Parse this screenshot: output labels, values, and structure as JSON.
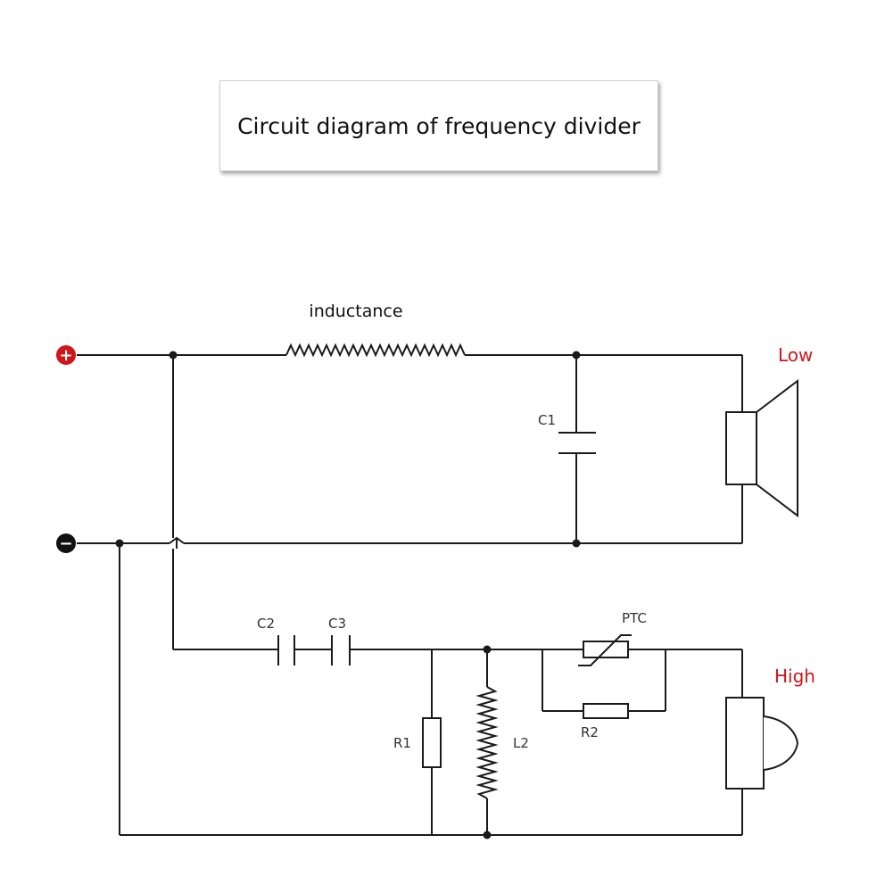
{
  "title": "Circuit diagram of frequency divider",
  "terminals": {
    "positive": "+",
    "negative": "−"
  },
  "labels": {
    "inductance": "inductance",
    "c1": "C1",
    "c2": "C2",
    "c3": "C3",
    "r1": "R1",
    "l2": "L2",
    "ptc": "PTC",
    "r2": "R2",
    "low": "Low",
    "high": "High"
  },
  "colors": {
    "accent_red": "#d0151b",
    "terminal_neg": "#111111",
    "wire": "#1a1a1a"
  },
  "icons": [
    "positive-terminal-icon",
    "negative-terminal-icon",
    "woofer-speaker-icon",
    "tweeter-speaker-icon"
  ]
}
